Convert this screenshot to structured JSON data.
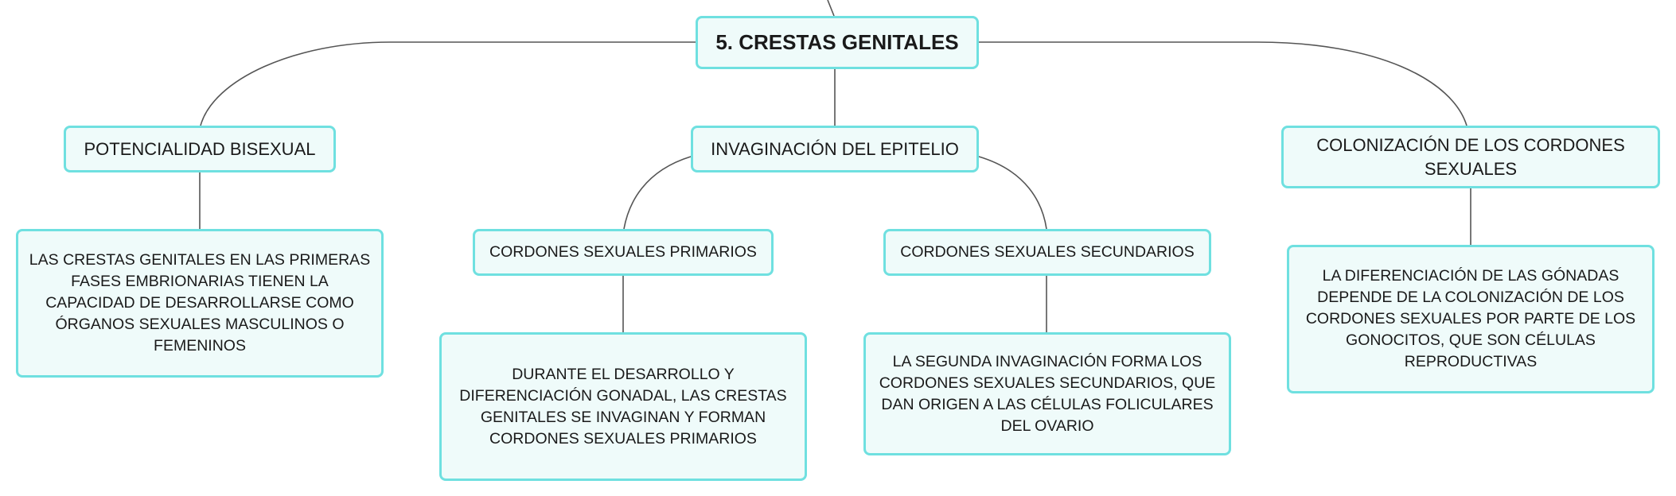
{
  "root": {
    "label": "5. CRESTAS GENITALES"
  },
  "branches": {
    "potencialidad": {
      "label": "POTENCIALIDAD BISEXUAL",
      "description": "LAS CRESTAS GENITALES EN LAS PRIMERAS FASES EMBRIONARIAS TIENEN LA CAPACIDAD DE DESARROLLARSE COMO ÓRGANOS SEXUALES MASCULINOS O FEMENINOS"
    },
    "invaginacion": {
      "label": "INVAGINACIÓN DEL EPITELIO",
      "primarios": {
        "label": "CORDONES SEXUALES PRIMARIOS",
        "description": "DURANTE EL DESARROLLO Y DIFERENCIACIÓN GONADAL, LAS CRESTAS GENITALES SE INVAGINAN Y FORMAN CORDONES SEXUALES PRIMARIOS"
      },
      "secundarios": {
        "label": "CORDONES SEXUALES SECUNDARIOS",
        "description": "LA SEGUNDA INVAGINACIÓN FORMA LOS CORDONES SEXUALES SECUNDARIOS, QUE DAN ORIGEN A LAS CÉLULAS FOLICULARES DEL OVARIO"
      }
    },
    "colonizacion": {
      "label": "COLONIZACIÓN DE LOS CORDONES SEXUALES",
      "description": "LA DIFERENCIACIÓN DE LAS GÓNADAS DEPENDE DE LA COLONIZACIÓN DE LOS CORDONES SEXUALES POR PARTE DE LOS GONOCITOS, QUE SON CÉLULAS REPRODUCTIVAS"
    }
  },
  "colors": {
    "node_fill": "#effbfa",
    "node_border": "#6fe0e0",
    "connector": "#555555"
  }
}
